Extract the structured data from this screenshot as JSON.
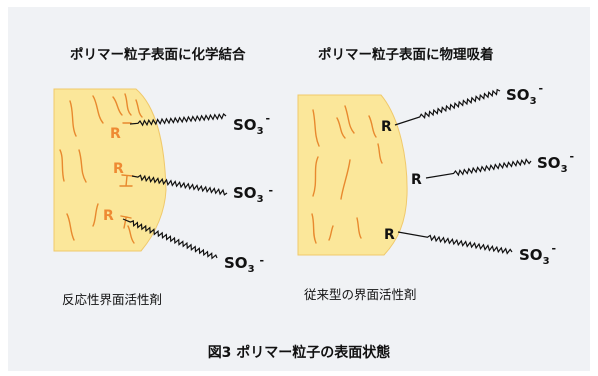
{
  "colors": {
    "background": "#ffffff",
    "frame": "#f0f2f5",
    "particle_fill": "#fbe79a",
    "particle_stroke": "#f0c96b",
    "surface_lines": "#e8892e",
    "text": "#111111"
  },
  "left_panel": {
    "heading": "ポリマー粒子表面に化学結合",
    "label": "反応性界面活性剤",
    "group_label": "R",
    "head_group": {
      "main": "SO",
      "subscript": "3",
      "charge": "-"
    }
  },
  "right_panel": {
    "heading": "ポリマー粒子表面に物理吸着",
    "label": "従来型の界面活性剤",
    "group_label": "R",
    "head_group": {
      "main": "SO",
      "subscript": "3",
      "charge": "-"
    }
  },
  "caption": "図3  ポリマー粒子の表面状態"
}
